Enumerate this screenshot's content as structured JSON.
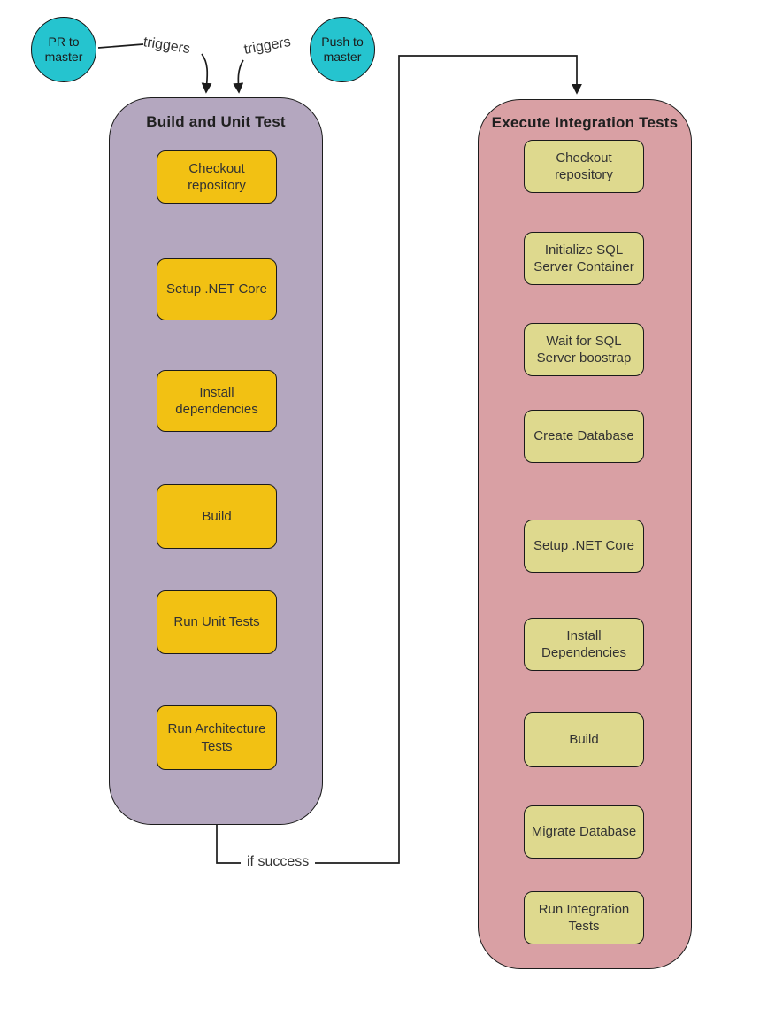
{
  "diagram": {
    "events": [
      {
        "label": "PR to master"
      },
      {
        "label": "Push to master"
      }
    ],
    "edge_labels": {
      "trigger_left": "triggers",
      "trigger_right": "triggers",
      "if_success": "if success"
    },
    "pipelines": [
      {
        "title": "Build and Unit Test",
        "steps": [
          "Checkout repository",
          "Setup .NET Core",
          "Install dependencies",
          "Build",
          "Run Unit Tests",
          "Run Architecture Tests"
        ]
      },
      {
        "title": "Execute Integration Tests",
        "steps": [
          "Checkout repository",
          "Initialize SQL Server Container",
          "Wait for SQL Server boostrap",
          "Create Database",
          "Setup .NET Core",
          "Install Dependencies",
          "Build",
          "Migrate Database",
          "Run Integration Tests"
        ]
      }
    ],
    "colors": {
      "event_fill": "#25c4cf",
      "pipeline_build_fill": "#b4a7bf",
      "pipeline_build_step_fill": "#f2c113",
      "pipeline_integration_fill": "#d9a0a4",
      "pipeline_integration_step_fill": "#ded98e",
      "connector": "#1c1c1c"
    }
  }
}
